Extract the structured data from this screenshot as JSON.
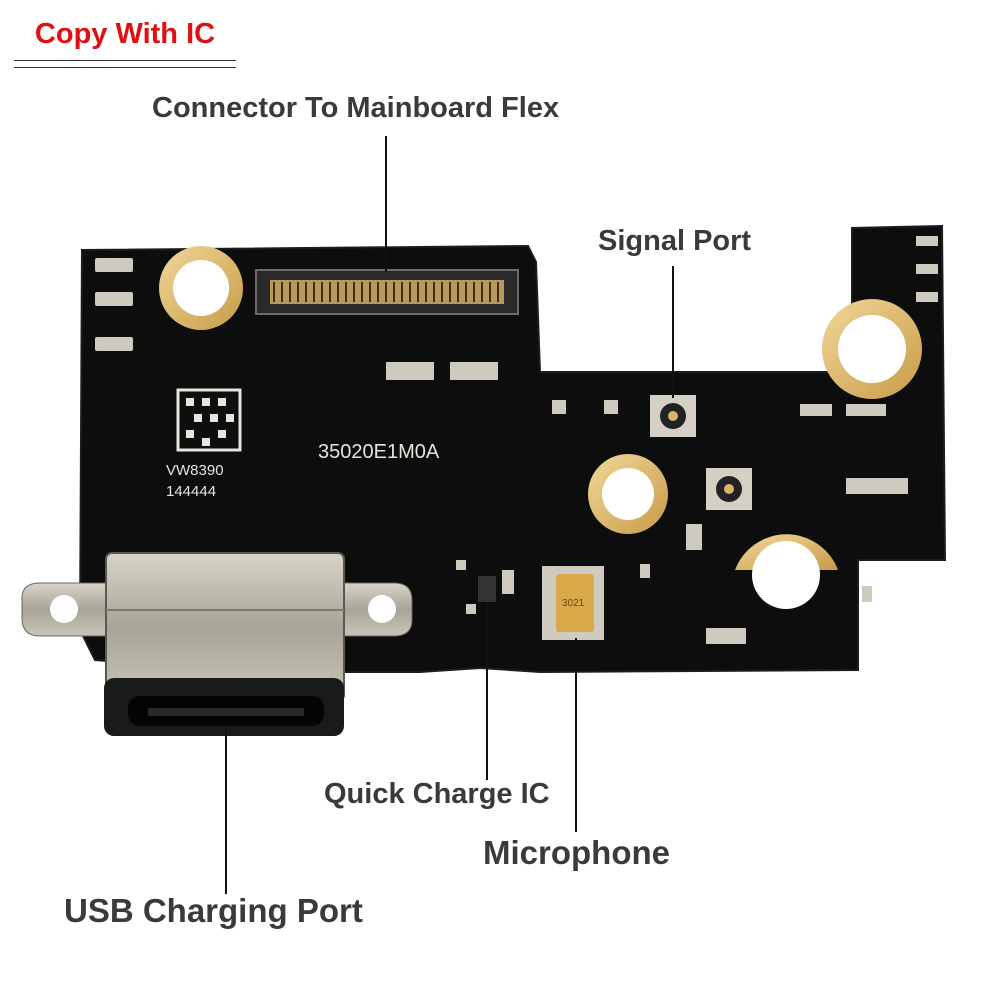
{
  "badge": {
    "text": "Copy With IC"
  },
  "labels": {
    "connector": "Connector To Mainboard Flex",
    "signal_port": "Signal Port",
    "quick_charge_ic": "Quick Charge IC",
    "microphone": "Microphone",
    "usb_port": "USB Charging Port"
  },
  "board": {
    "part_number": "35020E1M0A",
    "code_line1": "VW8390",
    "code_line2": "144444",
    "mic_marking": "3021"
  },
  "colors": {
    "pcb": "#0d0d0e",
    "gold": "#d9b46a",
    "steel": "#b9b4a8",
    "badge_red": "#e10f0f",
    "label_gray": "#3a3a3a"
  }
}
